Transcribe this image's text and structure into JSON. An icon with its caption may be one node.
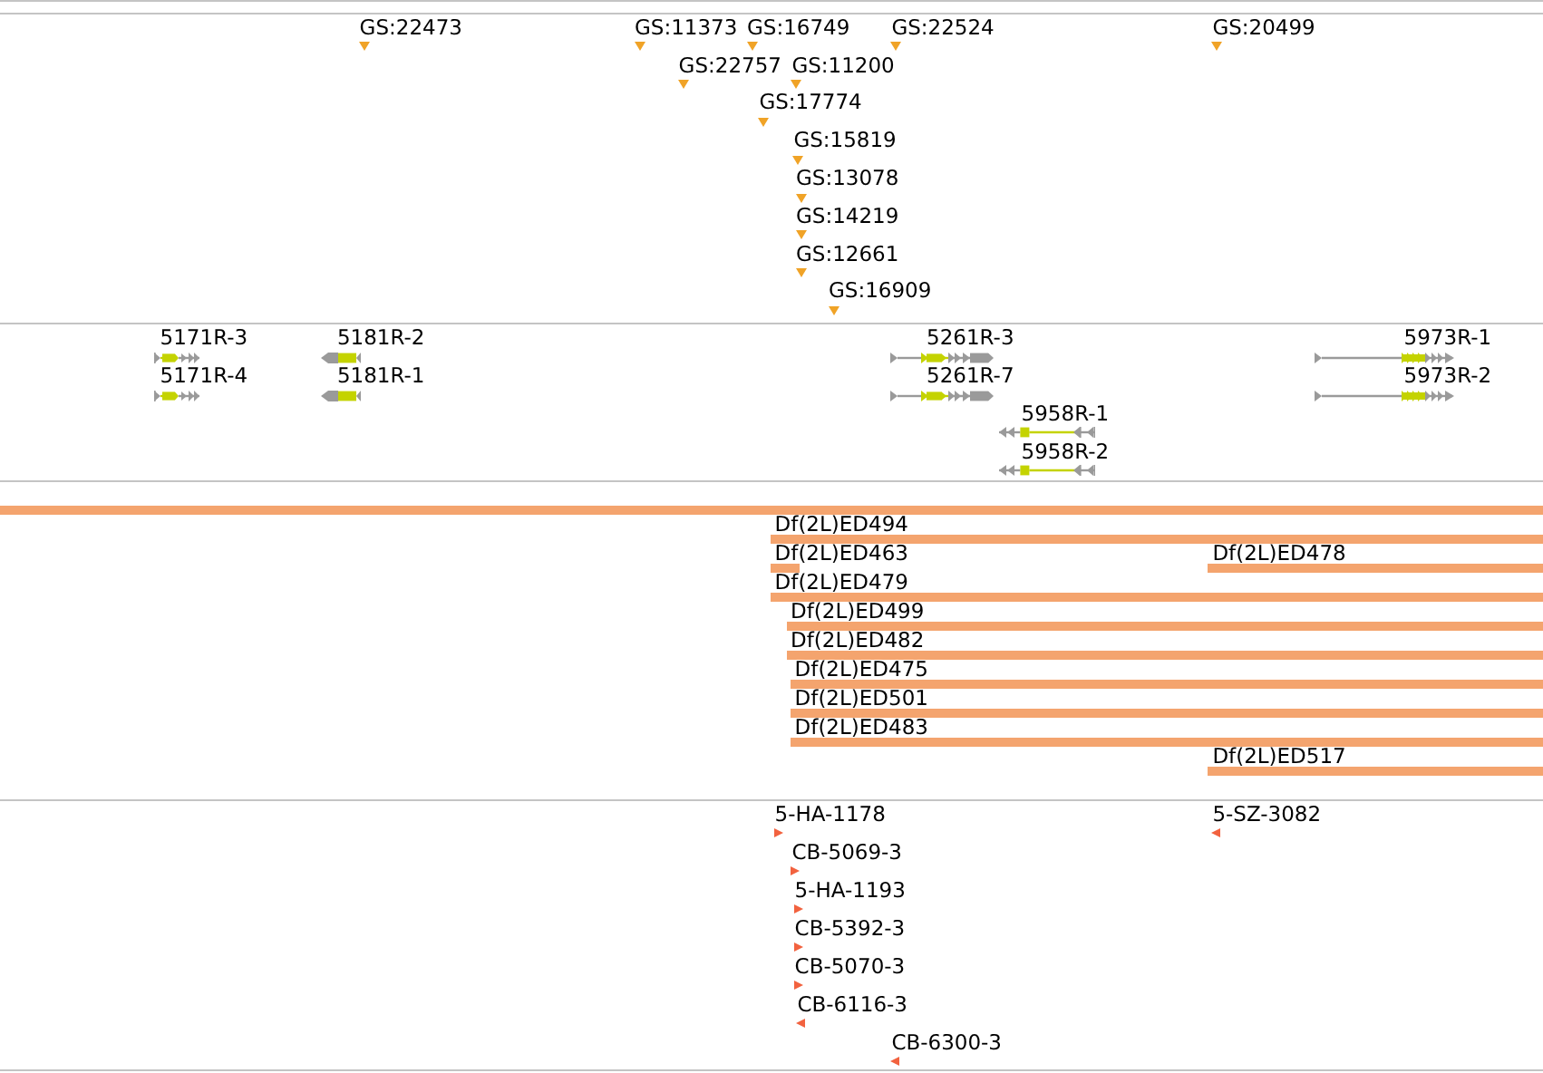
{
  "diagram": {
    "nodes": [
      {
        "text": [
          "GS:22473"
        ]
      },
      {
        "text": [
          "GS:11373"
        ]
      },
      {
        "text": [
          "GS:16749"
        ]
      },
      {
        "text": [
          "GS:22524"
        ]
      },
      {
        "text": [
          "GS:20499"
        ]
      },
      {
        "text": [
          "GS:22757"
        ]
      },
      {
        "text": [
          "GS:11200"
        ]
      },
      {
        "text": [
          "GS:17774"
        ]
      },
      {
        "text": [
          "GS:15819"
        ]
      },
      {
        "text": [
          "GS:13078"
        ]
      },
      {
        "text": [
          "GS:14219"
        ]
      },
      {
        "text": [
          "GS:12661"
        ]
      },
      {
        "text": [
          "GS:16909"
        ]
      },
      {
        "text": [
          "5171R-3"
        ]
      },
      {
        "text": [
          "5181R-2"
        ]
      },
      {
        "text": [
          "5261R-3"
        ]
      },
      {
        "text": [
          "5973R-1"
        ]
      },
      {
        "text": [
          "5171R-4"
        ]
      },
      {
        "text": [
          "5181R-1"
        ]
      },
      {
        "text": [
          "5261R-7"
        ]
      },
      {
        "text": [
          "5973R-2"
        ]
      },
      {
        "text": [
          "5958R-1"
        ]
      },
      {
        "text": [
          "5958R-2"
        ]
      },
      {
        "text": [],
        "shape": "bar"
      },
      {
        "text": [
          "Df(2L)ED494"
        ]
      },
      {
        "text": [
          "Df(2L)ED463"
        ]
      },
      {
        "text": [
          "Df(2L)ED478"
        ]
      },
      {
        "text": [
          "Df(2L)ED479"
        ]
      },
      {
        "text": [
          "Df(2L)ED499"
        ]
      },
      {
        "text": [
          "Df(2L)ED482"
        ]
      },
      {
        "text": [
          "Df(2L)ED475"
        ]
      },
      {
        "text": [
          "Df(2L)ED501"
        ]
      },
      {
        "text": [
          "Df(2L)ED483"
        ]
      },
      {
        "text": [
          "Df(2L)ED517"
        ]
      },
      {
        "text": [
          "5-HA-1178"
        ]
      },
      {
        "text": [
          "5-SZ-3082"
        ]
      },
      {
        "text": [
          "CB-5069-3"
        ]
      },
      {
        "text": [
          "5-HA-1193"
        ]
      },
      {
        "text": [
          "CB-5392-3"
        ]
      },
      {
        "text": [
          "CB-5070-3"
        ]
      },
      {
        "text": [
          "CB-6116-3"
        ]
      },
      {
        "text": [
          "CB-6300-3"
        ]
      }
    ]
  }
}
